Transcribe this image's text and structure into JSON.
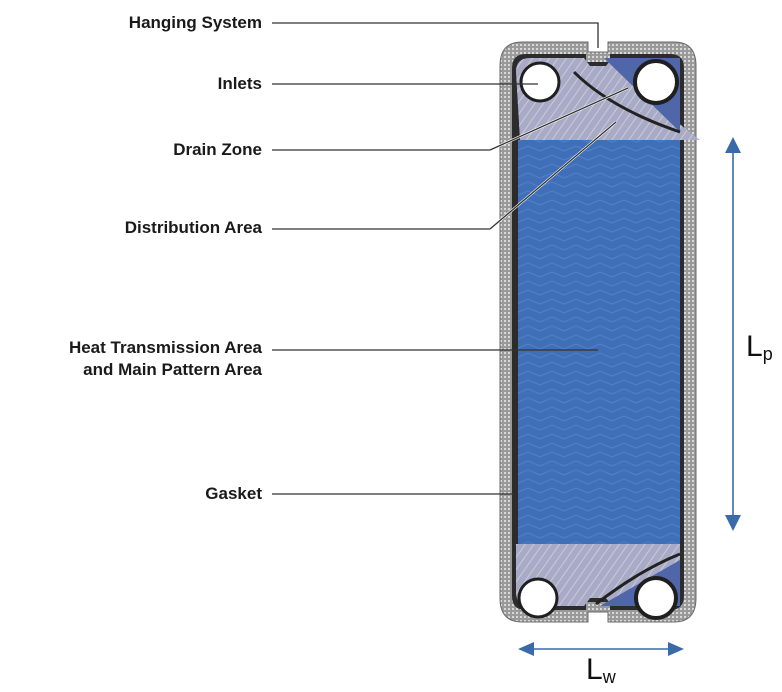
{
  "diagram": {
    "subject": "Plate heat exchanger plate",
    "labels": {
      "hanging_system": "Hanging System",
      "inlets": "Inlets",
      "drain_zone": "Drain Zone",
      "distribution_area": "Distribution Area",
      "heat_transmission_line1": "Heat Transmission Area",
      "heat_transmission_line2": "and Main Pattern Area",
      "gasket": "Gasket"
    },
    "dimensions": {
      "plate_length": {
        "symbol": "L",
        "subscript": "p"
      },
      "plate_width": {
        "symbol": "L",
        "subscript": "w"
      }
    },
    "colors": {
      "plate_blue": "#3f6fb8",
      "distribution_grey": "#a9abc6",
      "gasket_dark": "#2a2a2a",
      "frame_grey": "#8a8a8a",
      "arrow_blue": "#3a6aa8",
      "leader_line": "#333333"
    }
  }
}
